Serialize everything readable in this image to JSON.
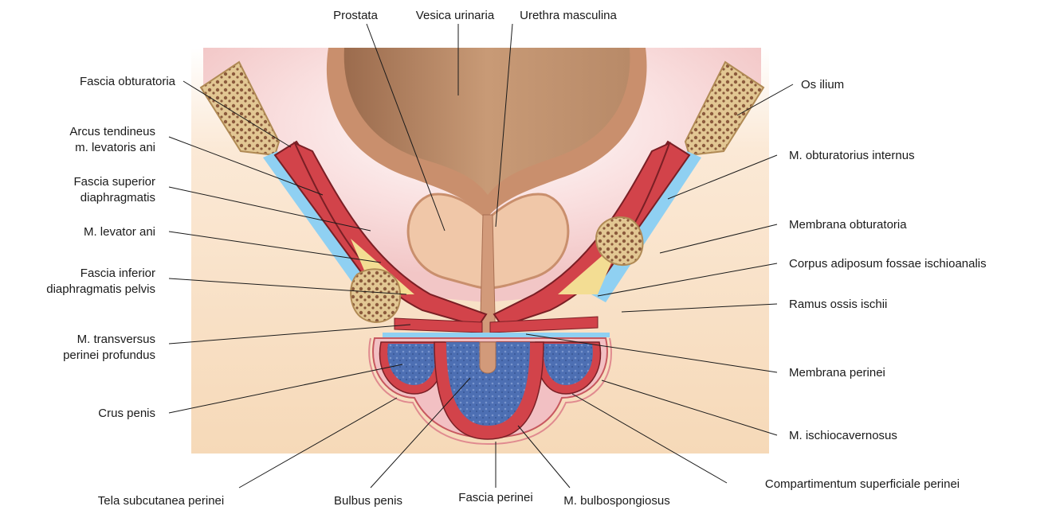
{
  "labels": {
    "prostata": "Prostata",
    "vesica_urinaria": "Vesica urinaria",
    "urethra_masculina": "Urethra masculina",
    "fascia_obturatoria": "Fascia obturatoria",
    "arcus_tendineus_1": "Arcus tendineus",
    "arcus_tendineus_2": "m. levatoris ani",
    "fascia_superior_1": "Fascia superior",
    "fascia_superior_2": "diaphragmatis",
    "m_levator_ani": "M. levator ani",
    "fascia_inferior_1": "Fascia inferior",
    "fascia_inferior_2": "diaphragmatis pelvis",
    "m_transversus_1": "M. transversus",
    "m_transversus_2": "perinei profundus",
    "crus_penis": "Crus penis",
    "tela_subcutanea": "Tela subcutanea perinei",
    "bulbus_penis": "Bulbus penis",
    "fascia_perinei": "Fascia perinei",
    "m_bulbospongiosus": "M. bulbospongiosus",
    "compartimentum": "Compartimentum superficiale perinei",
    "m_ischiocavernosus": "M. ischiocavernosus",
    "membrana_perinei": "Membrana perinei",
    "ramus_ossis_ischii": "Ramus ossis ischii",
    "corpus_adiposum": "Corpus adiposum fossae ischioanalis",
    "membrana_obturatoria": "Membrana obturatoria",
    "m_obturatorius_internus": "M. obturatorius internus",
    "os_ilium": "Os ilium"
  },
  "colors": {
    "skin": "#f6d9b8",
    "pelvic_cavity": "#f7d3d3",
    "bladder_wall": "#c98f6d",
    "bladder_lumen": "#b58562",
    "prostate": "#f0c7a8",
    "muscle": "#d2434a",
    "muscle_dark": "#a82d34",
    "fascia_blue": "#8fd0f2",
    "bone": "#e2c793",
    "bone_spongy": "#8b5a3c",
    "fat": "#f3dd93",
    "erectile": "#4d6fb3",
    "erectile_light": "#7894cc",
    "urethra": "#d29a7a"
  }
}
